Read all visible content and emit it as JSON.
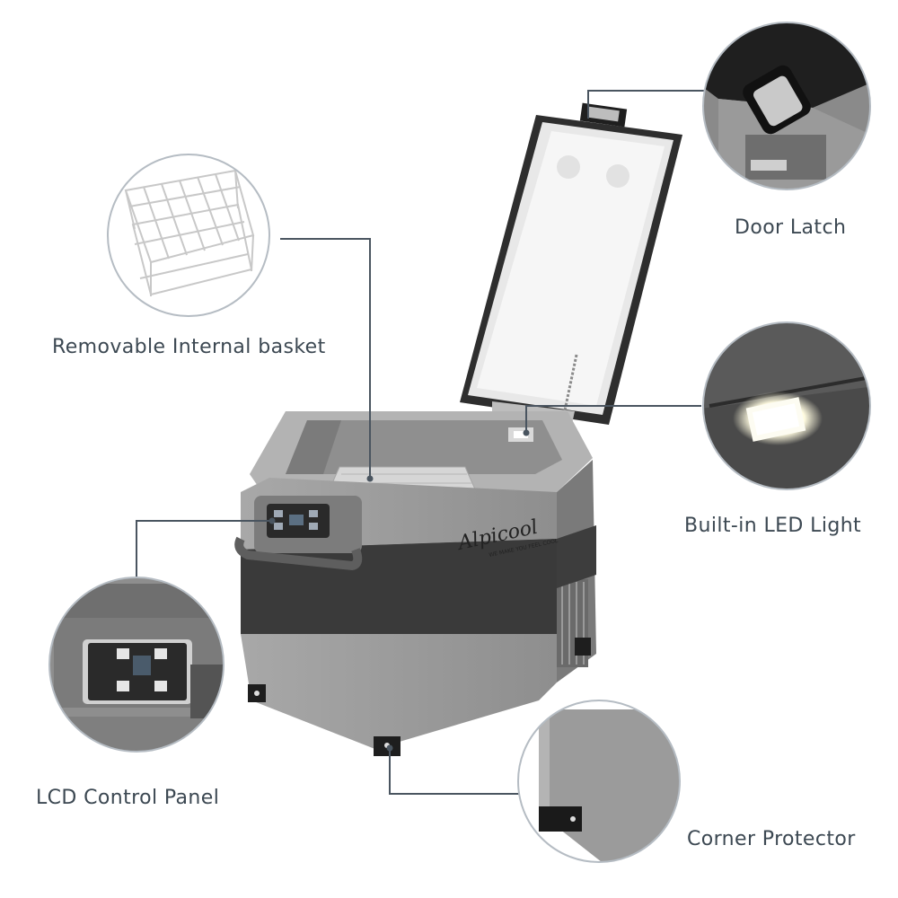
{
  "labels": {
    "basket": "Removable Internal basket",
    "latch": "Door Latch",
    "led": "Built-in LED Light",
    "lcd": "LCD Control Panel",
    "corner": "Corner Protector"
  },
  "brand": {
    "logo_text": "Alpicool",
    "tagline": "WE MAKE YOU FEEL COOL"
  },
  "colors": {
    "label_text": "#3c4852",
    "leader_line": "#4a5560",
    "body_gray": "#9a9a9a",
    "band_dark": "#3d3d3d",
    "lid_white": "#f3f3f3",
    "led_glow": "#fffbe0"
  },
  "icons": {
    "basket": "wire-basket-icon",
    "latch": "door-latch-icon",
    "led": "led-light-icon",
    "lcd": "lcd-panel-icon",
    "corner": "corner-protector-icon"
  }
}
